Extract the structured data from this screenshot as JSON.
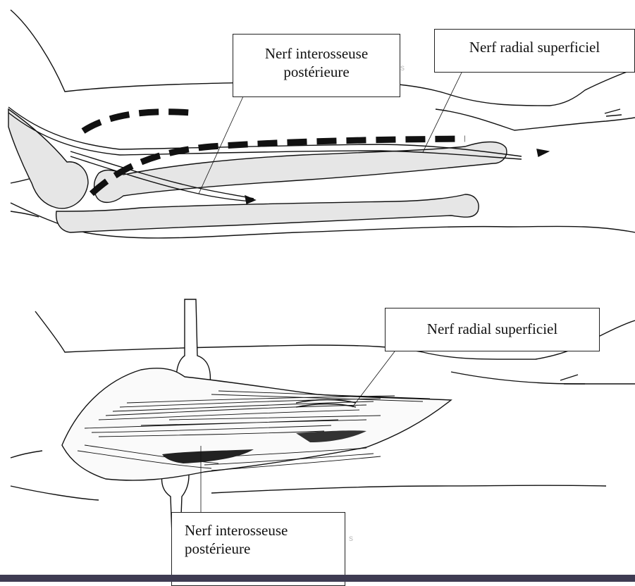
{
  "figure": {
    "top_panel": {
      "labels": {
        "posterior_interosseous": [
          "Nerf interosseuse",
          "postérieure"
        ],
        "superficial_radial": "Nerf radial superficiel"
      }
    },
    "bottom_panel": {
      "labels": {
        "superficial_radial": "Nerf radial superficiel",
        "posterior_interosseous": [
          "Nerf interosseuse",
          "postérieure"
        ]
      }
    }
  },
  "colors": {
    "line": "#111111",
    "bone_fill": "#e6e6e6",
    "bottom_rule": "#3e3b52"
  }
}
